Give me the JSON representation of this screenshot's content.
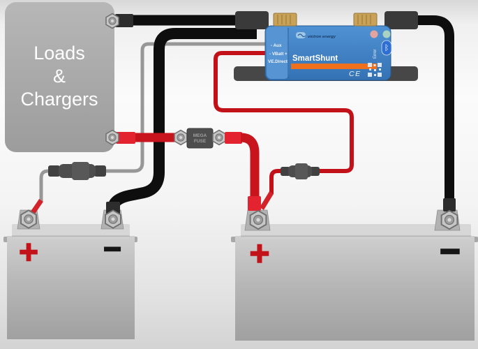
{
  "diagram": {
    "loads_box": {
      "lines": [
        "Loads",
        "&",
        "Chargers"
      ]
    },
    "mega_fuse": {
      "lines": [
        "MEGA",
        "FUSE"
      ]
    },
    "smartshunt": {
      "brand": "victron energy",
      "model": "SmartShunt",
      "error_label": "Error",
      "ce_mark": "CE",
      "bluetooth_glyph": "ᛒ",
      "ports": {
        "aux": "- Aux",
        "vbatt": "- VBatt +",
        "ve_direct": "VE.Direct"
      }
    },
    "batteries": {
      "left": {
        "plus": "+",
        "minus": "−"
      },
      "right": {
        "plus": "+",
        "minus": "−"
      }
    },
    "colors": {
      "positive_cable": "#c8141c",
      "negative_cable": "#0e0e0e",
      "aux_sense_wire": "#979797",
      "shunt_body_blue": "#3f82c5",
      "shunt_accent_orange": "#ee6f1c",
      "battery_body": "#b5b5b5",
      "loads_box": "#a7a7a7"
    }
  }
}
